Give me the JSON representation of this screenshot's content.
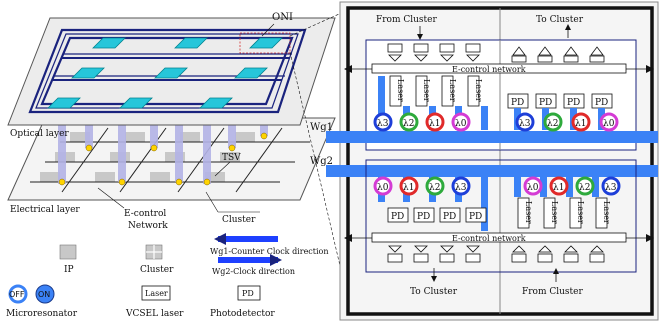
{
  "labels": {
    "oni": "ONI",
    "optical_layer": "Optical layer",
    "electrical_layer": "Electrical layer",
    "tsv": "TSV",
    "e_control_network": "E-control\nNetwork",
    "cluster": "Cluster",
    "wg1_legend": "Wg1-Counter Clock direction",
    "wg2_legend": "Wg2-Clock direction",
    "ip": "IP",
    "cluster_legend": "Cluster",
    "off": "OFF",
    "on": "ON",
    "laser": "Laser",
    "pd": "PD",
    "microresonator": "Microresonator",
    "vcsel_laser": "VCSEL laser",
    "photodetector": "Photodetector",
    "wg1": "Wg1",
    "wg2": "Wg2",
    "from_cluster_top": "From Cluster",
    "to_cluster_top": "To Cluster",
    "to_cluster_bottom": "To Cluster",
    "from_cluster_bottom": "From Cluster",
    "econtrol_top": "E-control network",
    "econtrol_bottom": "E-control network"
  },
  "top_lambdas_left": [
    "λ3",
    "λ2",
    "λ1",
    "λ0"
  ],
  "top_lambdas_right": [
    "λ3",
    "λ2",
    "λ1",
    "λ0"
  ],
  "bottom_lambdas_left": [
    "λ0",
    "λ1",
    "λ2",
    "λ3"
  ],
  "bottom_lambdas_right": [
    "λ0",
    "λ1",
    "λ2",
    "λ3"
  ],
  "colors": {
    "waveguide": "#3b82f6",
    "navy": "#1a237e",
    "chip": "#26c6da",
    "blue_ring": "#1e3fd8",
    "green_ring": "#2eaa3c",
    "red_ring": "#e02a2a",
    "magenta_ring": "#d43bd4",
    "tsv_column": "#b3b3e6",
    "tsv_dot": "#ffd400"
  }
}
